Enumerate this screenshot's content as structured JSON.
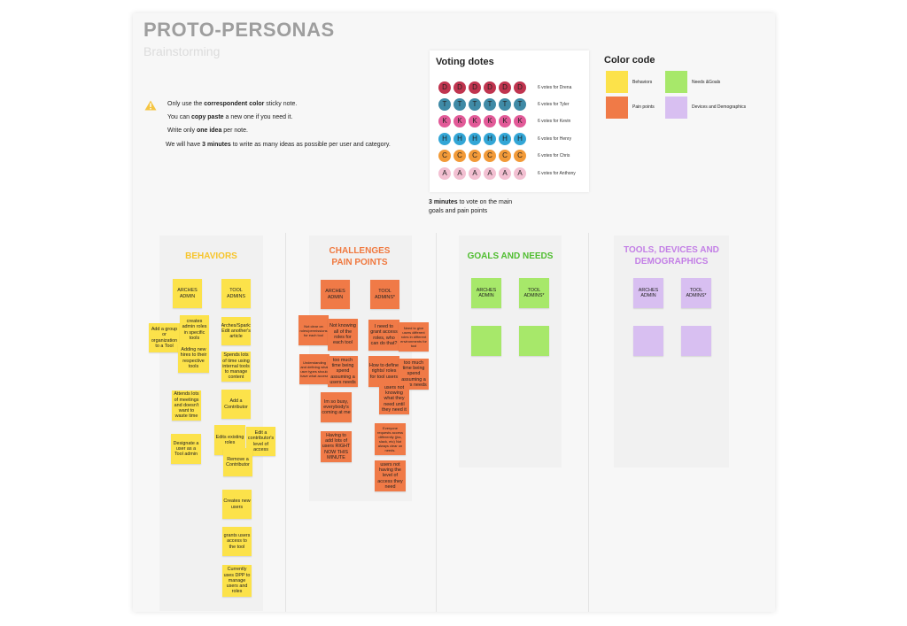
{
  "header": {
    "title": "PROTO-PERSONAS",
    "subtitle": "Brainstorming"
  },
  "instructions": {
    "line1": {
      "pre": "Only use the ",
      "bold": "correspondent color",
      "post": " sticky note."
    },
    "line2": {
      "pre": "You can ",
      "bold": "copy paste",
      "post": " a new one if you need it."
    },
    "line3": {
      "pre": "Write only ",
      "bold": "one idea",
      "post": " per note."
    },
    "line4": {
      "pre": "We will have ",
      "bold": "3 minutes",
      "post": " to write as many ideas as possible per user and category."
    }
  },
  "voting": {
    "title": "Voting dotes",
    "rows": [
      {
        "letter": "D",
        "color": "#c0344f",
        "label": "6 votes for Drena"
      },
      {
        "letter": "T",
        "color": "#3f8aa6",
        "label": "6 votes for Tyler"
      },
      {
        "letter": "K",
        "color": "#e25a98",
        "label": "6 votes for Kevin"
      },
      {
        "letter": "H",
        "color": "#33a6d6",
        "label": "6 votes for Henry"
      },
      {
        "letter": "C",
        "color": "#f29a38",
        "label": "6 votes for Chris"
      },
      {
        "letter": "A",
        "color": "#f3c0d2",
        "label": "6 votes for Anthony"
      }
    ],
    "note_bold": "3 minutes",
    "note_line1_rest": " to vote on the main",
    "note_line2": "goals and pain points"
  },
  "color_code": {
    "title": "Color code",
    "behaviors": {
      "label": "Behaviors",
      "color": "#fce24a"
    },
    "needs_goals": {
      "label": "Needs &Goals",
      "color": "#a7e86a"
    },
    "pain_points": {
      "label": "Pain points",
      "color": "#f07a47"
    },
    "devices": {
      "label": "Devices and Demographics",
      "color": "#d8bff1"
    }
  },
  "columns": {
    "behaviors": {
      "title": "BEHAVIORS",
      "color": "#f7c52b",
      "arches_admin": "ARCHES ADMIN",
      "tool_admins": "TOOL ADMINS",
      "notes": {
        "add_group": "Add a group or organization to a Tool",
        "creates_admin": "creates admin roles in specific tools",
        "adding_hires": "Adding new hires to their respective tools",
        "attends": "Attends lots of meetings and doesn't want to waste time",
        "designate": "Designate a user as a Tool admin",
        "arches_spark": "Arches/Spark: Edit another's article",
        "spends": "Spends lots of time using internal tools to manage content",
        "add_contributor": "Add a Contributor",
        "edits_roles": "Edits existing roles",
        "edit_contributor": "Edit a contributor's level of access",
        "remove_contributor": "Remove a Contributor",
        "creates_users": "Creates new users",
        "grants_access": "grants users access to the tool",
        "currently_dpp": "Currently uses DPP to manage users and roles"
      }
    },
    "challenges": {
      "title_line1": "CHALLENGES",
      "title_line2": "PAIN POINTS",
      "color": "#f0783e",
      "arches_admin": "ARCHES ADMIN",
      "tool_admins": "TOOL ADMINS*",
      "notes": {
        "not_clear": "Not clear on roles/permissions for each tool",
        "not_knowing": "Not knowing all of the roles for each tool",
        "understanding": "Understanding and defining what user types should have what access",
        "too_much_a": "too much time being spend assuming a users needs",
        "busy": "Im so busy, everybody's coming at me",
        "having_to_add": "Having to add lots of users RIGHT NOW THIS MINUTE",
        "grant_access": "I need to grant access roles, who can do that?",
        "need_give": "Need to give users different roles in different environments for tool",
        "define_rights": "How to define rights/ roles for tool users",
        "too_much_b": "too much time being spend assuming a users needs",
        "users_knowing": "users not knowing what they need until they need it",
        "everyone_requests": "Everyone requests access differently (jira, slack, etc) Not always clear on needs.",
        "users_not_having": "users not having the level of access they need"
      }
    },
    "goals": {
      "title": "GOALS AND NEEDS",
      "color": "#4fbd2f",
      "arches_admin": "ARCHES ADMIN",
      "tool_admins": "TOOL ADMINS*"
    },
    "tools": {
      "title_line1": "TOOLS, DEVICES AND",
      "title_line2": "DEMOGRAPHICS",
      "color": "#c37fe6",
      "arches_admin": "ARCHES ADMIN",
      "tool_admins": "TOOL ADMINS*"
    }
  }
}
